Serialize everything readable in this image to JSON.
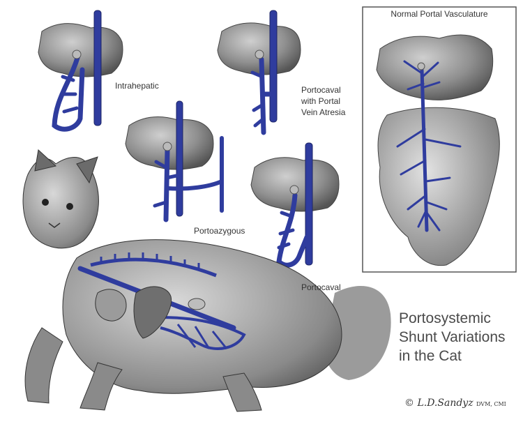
{
  "labels": {
    "intrahepatic": "Intrahepatic",
    "portocaval_atresia": [
      "Portocaval",
      "with Portal",
      "Vein Atresia"
    ],
    "portoazygous": "Portoazygous",
    "portocaval": "Portocaval",
    "normal_portal": "Normal Portal Vasculature"
  },
  "title": [
    "Portosystemic",
    "Shunt Variations",
    "in the Cat"
  ],
  "signature": {
    "copyright": "©",
    "name": "L.D.Sandyz",
    "credentials": "DVM, CMI"
  },
  "colors": {
    "vein": "#2f3c9e",
    "liver": "#8d8d8d",
    "outline": "#333333"
  }
}
